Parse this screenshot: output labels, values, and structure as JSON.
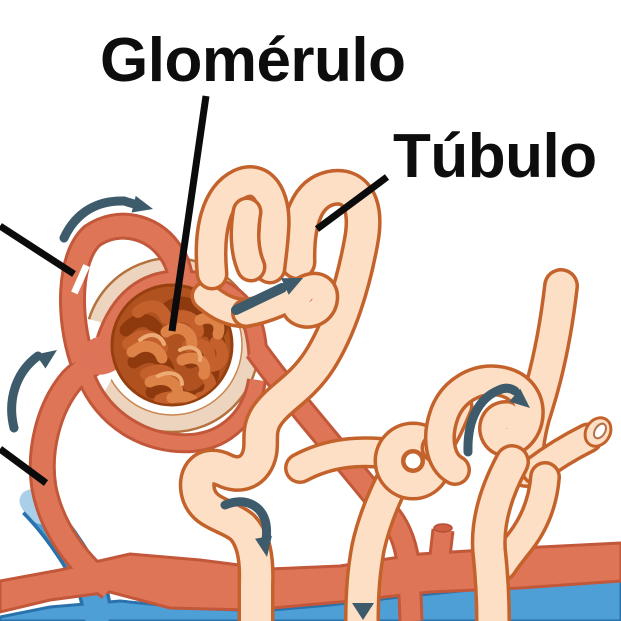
{
  "figure": {
    "type": "anatomical-diagram",
    "subject": "Nephron: glomerulus, Bowman capsule, convoluted tubules, peritubular vessels",
    "labels": {
      "glomerulus": "Glomérulo",
      "tubule": "Túbulo"
    },
    "colors": {
      "background": "#ffffff",
      "artery": "#df7557",
      "artery_outline": "#c2573a",
      "vein": "#4f9fd7",
      "vein_outline": "#2a72ab",
      "vein_highlight": "#a9cfe9",
      "tubule_fill": "#fcdfc5",
      "tubule_outline": "#c4622c",
      "capsule_ring": "#edd4be",
      "capsule_ring_outline": "#b4713d",
      "glomerulus_base": "#b0521f",
      "glomerulus_dark": "#8e3a0e",
      "glomerulus_mid": "#c3602c",
      "glomerulus_light": "#dd8348",
      "flow_arrow": "#3e5b6c",
      "leader_line": "#0b0b0b",
      "label_text": "#0d0d0d"
    },
    "flow_arrow_icons": [
      "flow-arrow-over-efferent-loop-icon",
      "flow-arrow-afferent-entry-icon",
      "flow-arrow-filtrate-exit-icon",
      "flow-arrow-tubule-descent-icon",
      "flow-arrow-loop-return-icon",
      "flow-arrowhead-bottom-icon"
    ]
  }
}
